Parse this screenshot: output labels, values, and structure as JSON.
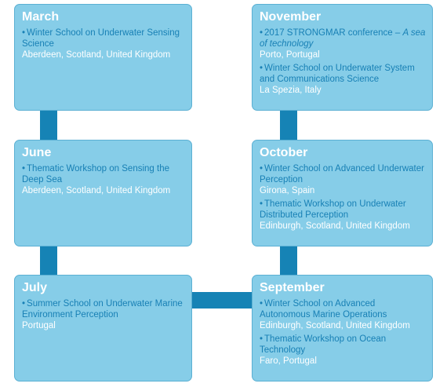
{
  "cards": {
    "march": {
      "title": "March",
      "events": [
        {
          "name": "Winter School on Underwater Sensing Science",
          "place": "Aberdeen, Scotland, United Kingdom"
        }
      ]
    },
    "june": {
      "title": "June",
      "events": [
        {
          "name": "Thematic Workshop on Sensing the Deep Sea",
          "place": "Aberdeen, Scotland, United Kingdom"
        }
      ]
    },
    "july": {
      "title": "July",
      "events": [
        {
          "name": "Summer School on Underwater Marine Environment Perception",
          "place": "Portugal"
        }
      ]
    },
    "november": {
      "title": "November",
      "events": [
        {
          "name_plain": "2017 STRONGMAR conference – ",
          "name_italic": "A sea of technology",
          "place": "Porto, Portugal"
        },
        {
          "name": "Winter School on Underwater System and Communications Science",
          "place": "La Spezia, Italy"
        }
      ]
    },
    "october": {
      "title": "October",
      "events": [
        {
          "name": "Winter School on Advanced Underwater Perception",
          "place": "Girona, Spain"
        },
        {
          "name": "Thematic Workshop on Underwater Distributed Perception",
          "place": "Edinburgh, Scotland, United Kingdom"
        }
      ]
    },
    "september": {
      "title": "September",
      "events": [
        {
          "name": "Winter School on Advanced Autonomous Marine Operations",
          "place": "Edinburgh, Scotland, United Kingdom"
        },
        {
          "name": "Thematic Workshop on Ocean Technology",
          "place": "Faro, Portugal"
        }
      ]
    }
  },
  "bullet": "•",
  "colors": {
    "card_fill": "#86cde8",
    "card_border": "#5bb0d3",
    "connector": "#1683b5",
    "event_name": "#1880b5",
    "title_text": "#ffffff"
  }
}
